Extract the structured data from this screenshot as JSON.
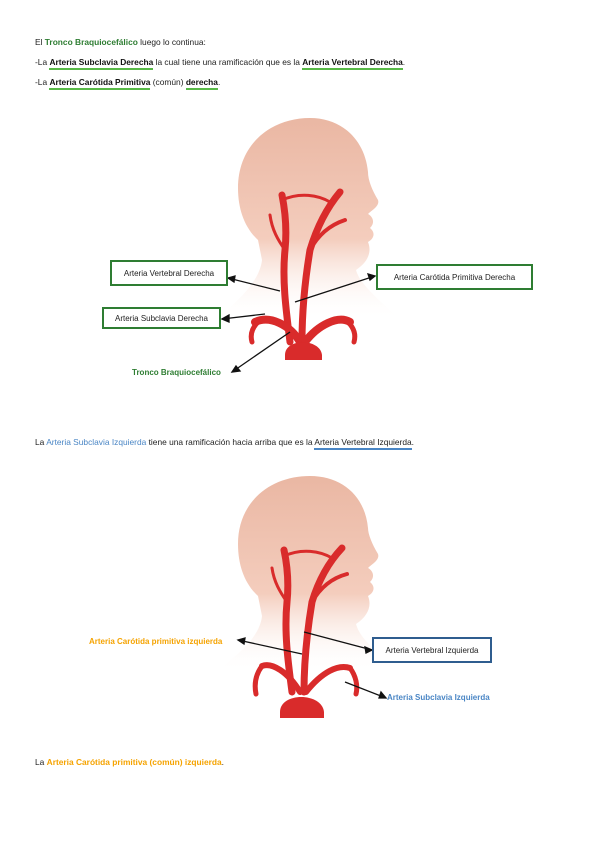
{
  "intro": {
    "l1_a": "El ",
    "l1_b": "Tronco Braquiocefálico",
    "l1_c": " luego lo continua:",
    "l2_a": "-La ",
    "l2_b": "Arteria Subclavia Derecha",
    "l2_c": " la cual tiene una ramificación que es la ",
    "l2_d": "Arteria Vertebral Derecha",
    "l2_e": ".",
    "l3_a": "-La ",
    "l3_b": "Arteria Carótida Primitiva",
    "l3_c": " (común) ",
    "l3_d": "derecha",
    "l3_e": "."
  },
  "figure1": {
    "label_vertebral": "Arteria Vertebral Derecha",
    "label_carotida": "Arteria Carótida Primitiva Derecha",
    "label_subclavia": "Arteria Subclavia Derecha",
    "label_tronco": "Tronco Braquiocefálico"
  },
  "para2": {
    "a": "La ",
    "b": "Arteria Subclavia Izquierda",
    "c": " tiene una ramificación hacia arriba que es la ",
    "d": "Arteria Vertebral Izquierda",
    "e": "."
  },
  "figure2": {
    "label_carotida": "Arteria Carótida primitiva izquierda",
    "label_vertebral": "Arteria Vertebral Izquierda",
    "label_subclavia": "Arteria Subclavia Izquierda"
  },
  "para3": {
    "a": "La ",
    "b": "Arteria Carótida primitiva (común) izquierda",
    "c": "."
  },
  "colors": {
    "green": "#2e7d32",
    "blue": "#4a86c5",
    "orange": "#f5a300",
    "skin": "#f2c4b2",
    "artery": "#d92b2b"
  }
}
